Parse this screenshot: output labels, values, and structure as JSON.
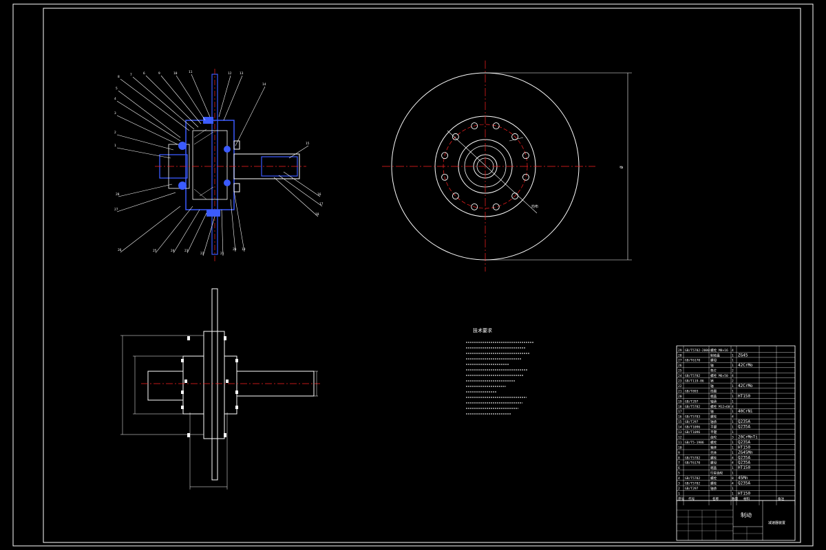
{
  "drawing": {
    "background": "#000000",
    "colors": {
      "outline": "#ffffff",
      "section": "#3b5bff",
      "center_line": "#ff2020",
      "leader": "#ffffff"
    },
    "tech_requirements_title": "技术要求",
    "bolt_circle_label": "均布",
    "overall_diameter_label": "Ø",
    "title_block_name": "制动",
    "title_block_sub": "减速器装置"
  },
  "section_callouts": [
    "8",
    "7",
    "6",
    "9",
    "10",
    "11",
    "12",
    "13",
    "14",
    "5",
    "4",
    "3",
    "2",
    "1",
    "15",
    "16",
    "17",
    "18",
    "19",
    "20",
    "21",
    "22",
    "23",
    "24",
    "25",
    "26",
    "27",
    "28"
  ],
  "parts_table": {
    "header": [
      "序号",
      "代号",
      "名称",
      "数量",
      "材料",
      "备注"
    ],
    "rows": [
      [
        "29",
        "GB/T5782-2000",
        "螺栓 M8×16",
        "4",
        "",
        ""
      ],
      [
        "28",
        "",
        "制动盘",
        "1",
        "ZG45",
        ""
      ],
      [
        "27",
        "GB/T6170",
        "螺母",
        "1",
        "",
        ""
      ],
      [
        "26",
        "",
        "轴",
        "1",
        "42CrMo",
        ""
      ],
      [
        "25",
        "",
        "垫片",
        "2",
        "",
        ""
      ],
      [
        "24",
        "GB/T5782",
        "螺栓 M6×50",
        "4",
        "",
        ""
      ],
      [
        "23",
        "GB/T119-86",
        "销",
        "2",
        "",
        ""
      ],
      [
        "22",
        "",
        "轴",
        "1",
        "42CrMo",
        ""
      ],
      [
        "21",
        "GB/T893",
        "挡圈",
        "1",
        "",
        ""
      ],
      [
        "20",
        "",
        "端盖",
        "1",
        "HT150",
        ""
      ],
      [
        "19",
        "GB/T297",
        "轴承",
        "1",
        "",
        ""
      ],
      [
        "18",
        "GB/T5782",
        "螺栓 M12×60",
        "4",
        "",
        ""
      ],
      [
        "17",
        "",
        "轴",
        "1",
        "40CrNi",
        ""
      ],
      [
        "16",
        "GB/T5783",
        "螺栓",
        "4",
        "",
        ""
      ],
      [
        "15",
        "GB/T297",
        "轴承",
        "1",
        "Q235A",
        ""
      ],
      [
        "14",
        "GB/T1096",
        "平键",
        "1",
        "Q235A",
        ""
      ],
      [
        "13",
        "GB/T1096",
        "平键",
        "1",
        "",
        ""
      ],
      [
        "12",
        "",
        "齿轮",
        "3",
        "20CrMnTi",
        ""
      ],
      [
        "11",
        "GB/T5-1986",
        "螺栓",
        "1",
        "Q235A",
        ""
      ],
      [
        "10",
        "",
        "箱体",
        "1",
        "HT150",
        ""
      ],
      [
        "9",
        "",
        "壳体",
        "1",
        "ZG45Mn",
        ""
      ],
      [
        "8",
        "GB/T5782",
        "螺栓",
        "4",
        "Q235A",
        ""
      ],
      [
        "7",
        "GB/T6170",
        "螺母",
        "4",
        "Q235A",
        ""
      ],
      [
        "6",
        "",
        "端盖",
        "1",
        "HT150",
        ""
      ],
      [
        "5",
        "",
        "行星齿轮",
        "1",
        "",
        ""
      ],
      [
        "4",
        "GB/T5782",
        "螺栓",
        "8",
        "45Mn",
        ""
      ],
      [
        "3",
        "GB/T5782",
        "螺栓",
        "4",
        "Q235A",
        ""
      ],
      [
        "2",
        "GB/T297",
        "轴承",
        "1",
        "",
        ""
      ],
      [
        "1",
        "",
        "",
        "1",
        "HT150",
        ""
      ]
    ]
  }
}
